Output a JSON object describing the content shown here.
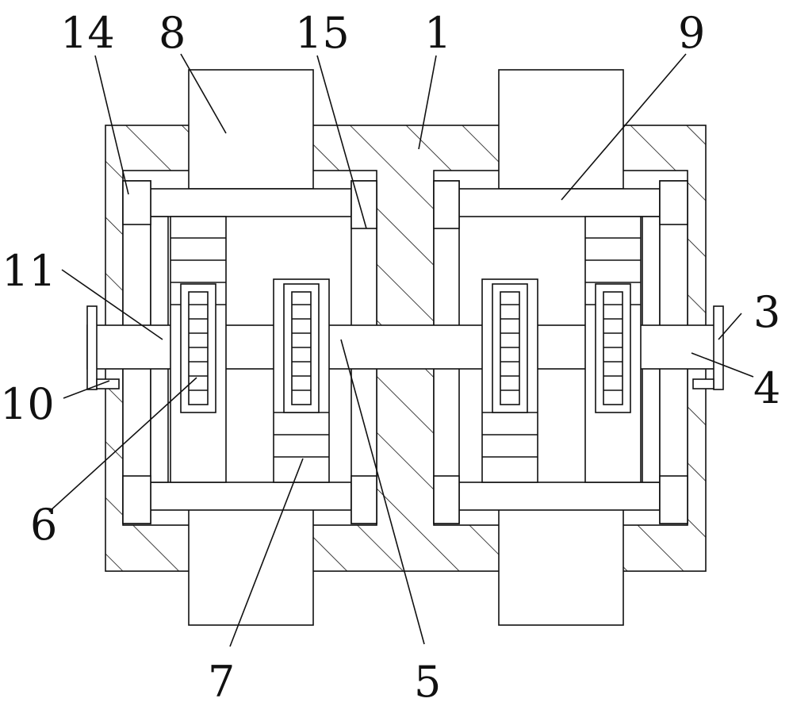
{
  "figure": {
    "labels": {
      "l1": "1",
      "l3": "3",
      "l4": "4",
      "l5": "5",
      "l6": "6",
      "l7": "7",
      "l8": "8",
      "l9": "9",
      "l10": "10",
      "l11": "11",
      "l14": "14",
      "l15": "15"
    }
  },
  "colors": {
    "line": "#111111",
    "background": "#ffffff"
  }
}
